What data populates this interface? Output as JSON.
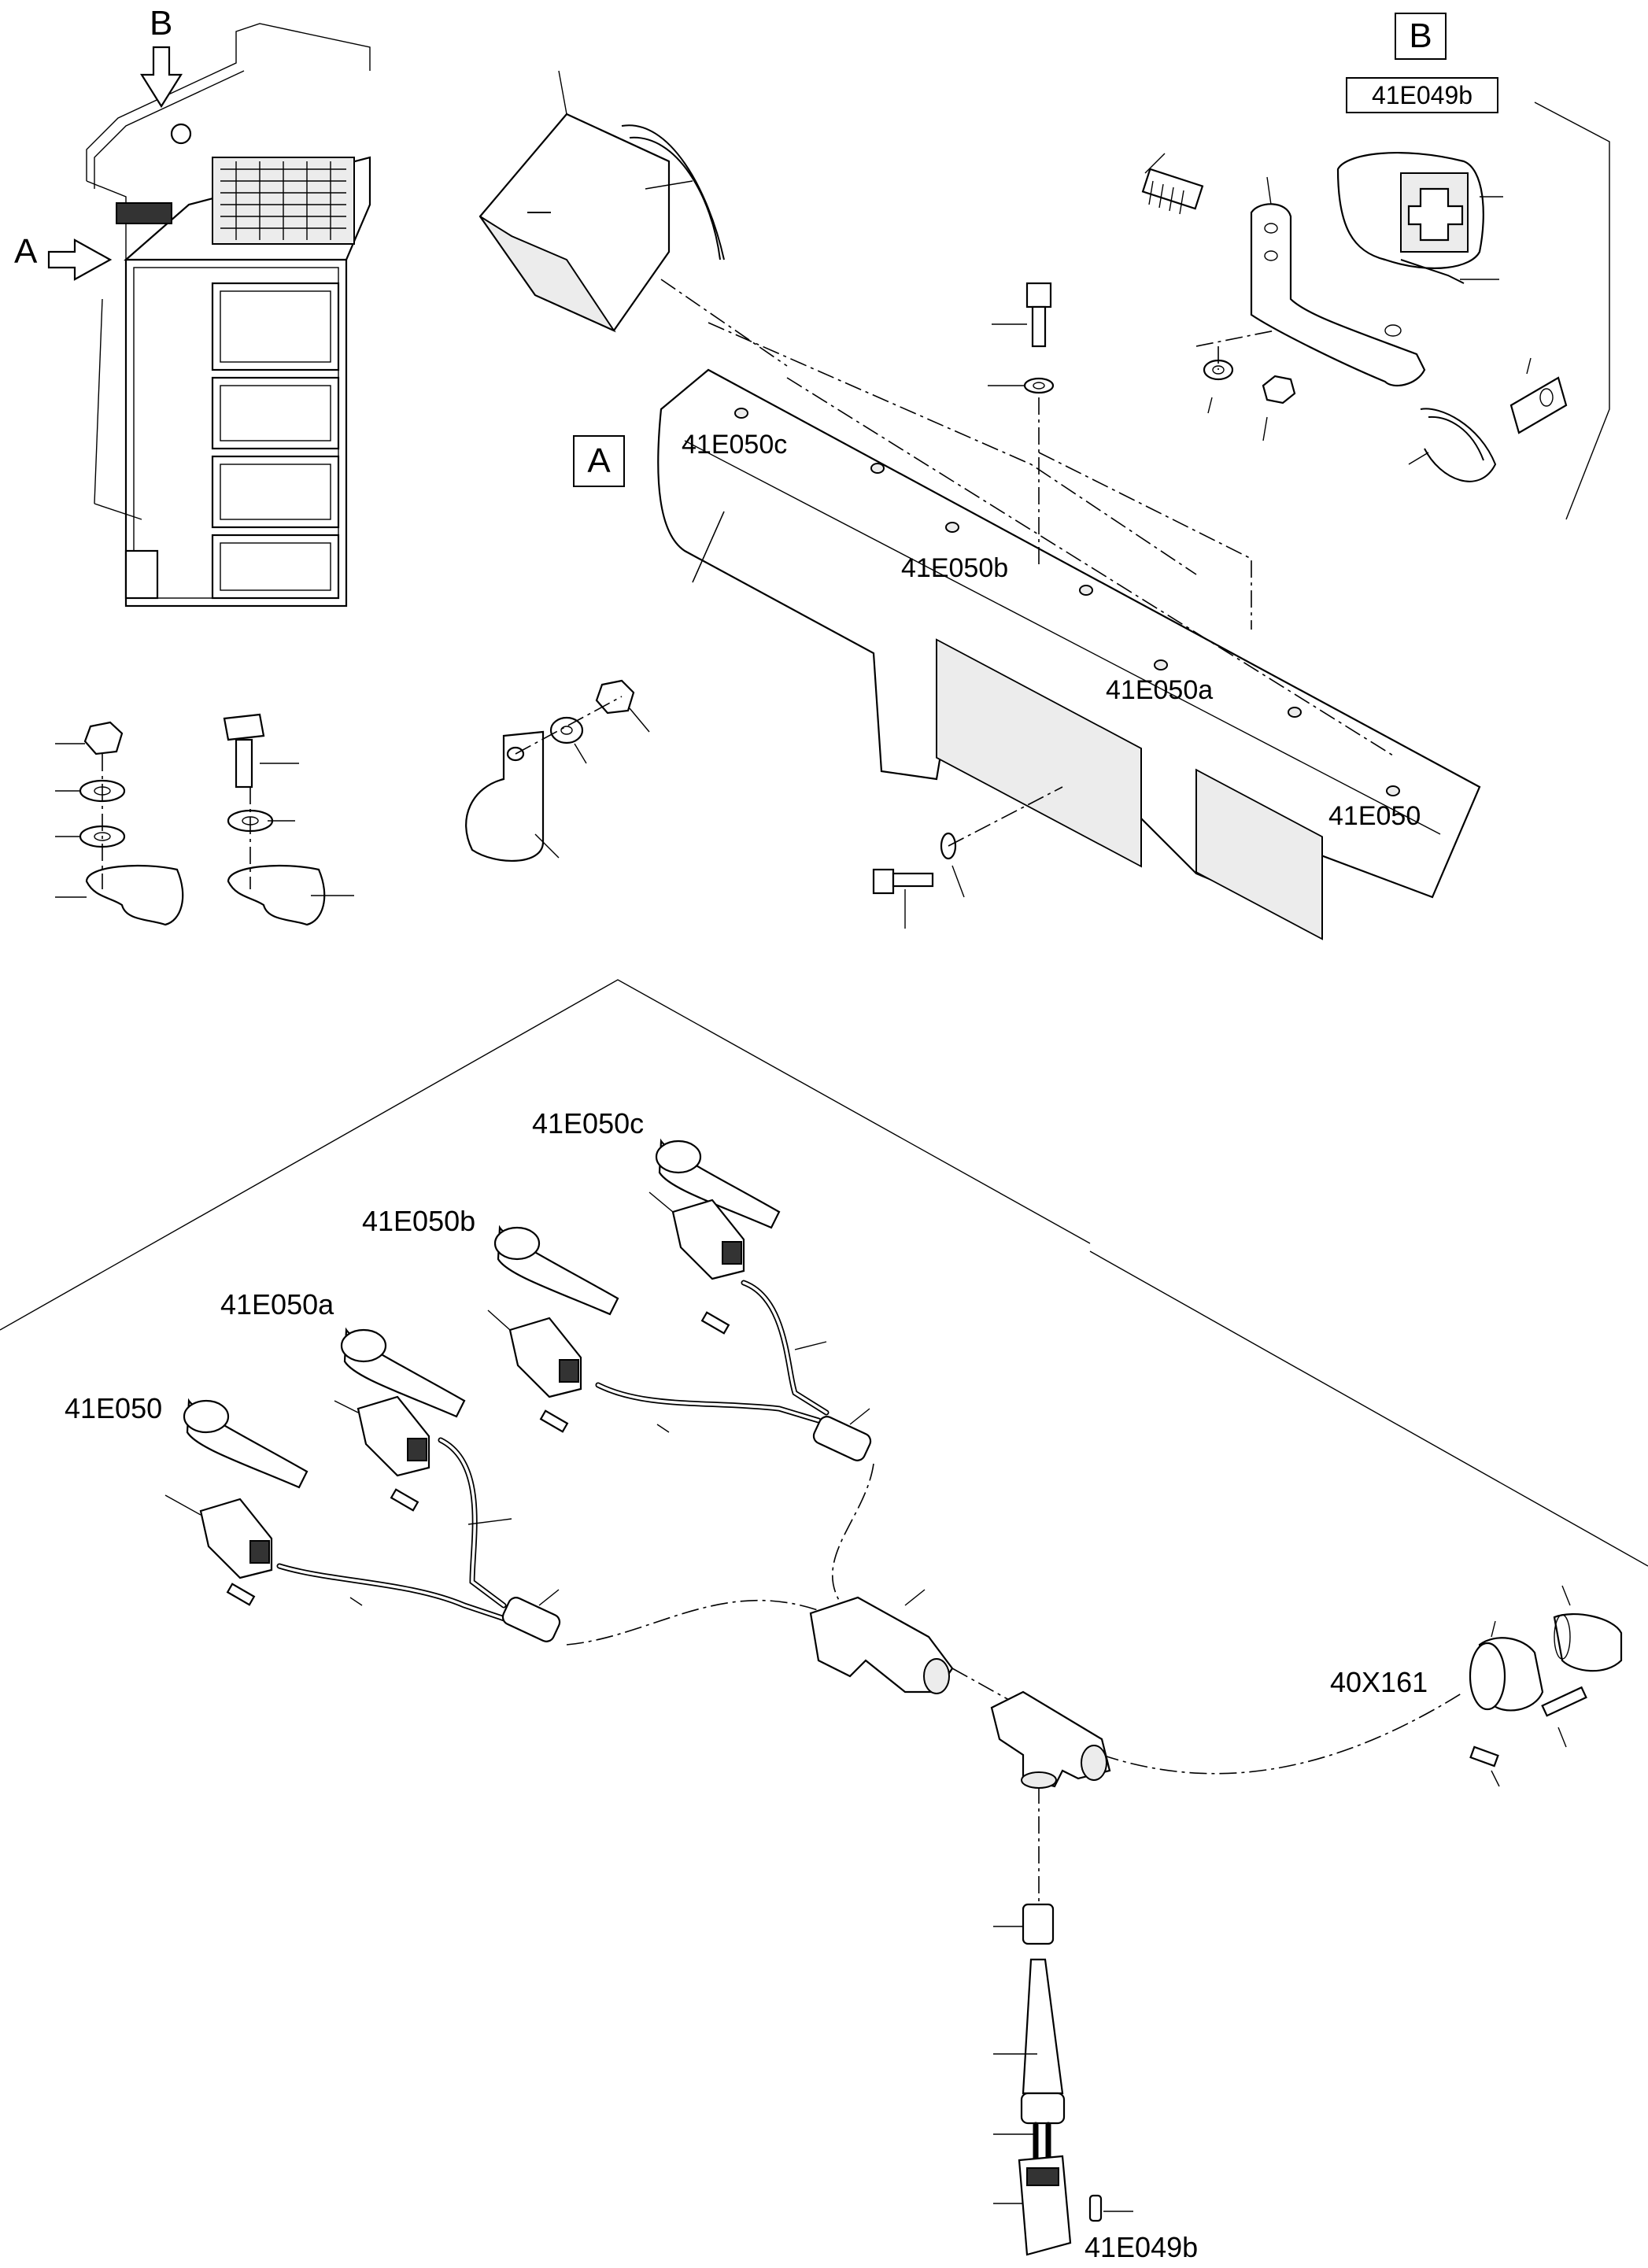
{
  "labels": {
    "view_a_arrow": "A",
    "view_b_arrow": "B",
    "detail_a": "A",
    "detail_b": "B",
    "lamp_b_id": "41E049b",
    "lamp_c_ref": "41E050c",
    "lamp_b_ref": "41E050b",
    "lamp_a_ref": "41E050a",
    "lamp_ref": "41E050",
    "harness_c": "41E050c",
    "harness_b": "41E050b",
    "harness_a": "41E050a",
    "harness_0": "41E050",
    "connector_main": "40X161",
    "connector_b_bottom": "41E049b"
  }
}
